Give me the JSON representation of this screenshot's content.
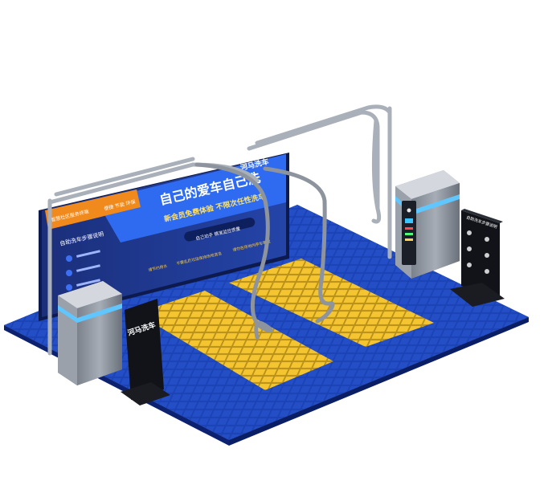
{
  "banner": {
    "brand": "河马洗车",
    "headline": "自己的爱车自己洗",
    "subline": "新会员免费体验 不限次任性洗车",
    "tagline_left": "智慧社区服务终端",
    "tagline_right": "便捷 节能 环保",
    "notice": "自己动手 精准监控质量",
    "section_title": "自助洗车步骤说明",
    "features": [
      "请节约用水",
      "不要乱扔垃圾保持场地清洁",
      "请勿在场地内停车等候"
    ]
  },
  "stand_right": {
    "title": "自助洗车步骤说明"
  },
  "stand_left": {
    "title": "河马洗车"
  },
  "colors": {
    "floor_blue": "#1b3fb0",
    "pad_yellow": "#f2c230",
    "banner_blue": "#1e3a8a",
    "accent_orange": "#f08a1c"
  }
}
